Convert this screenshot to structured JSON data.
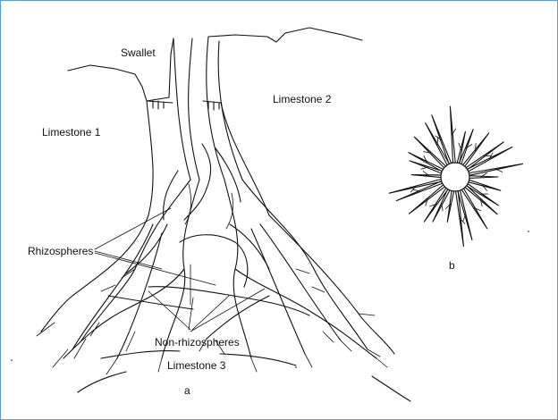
{
  "labels": {
    "swallet": "Swallet",
    "limestone1": "Limestone 1",
    "limestone2": "Limestone 2",
    "limestone3": "Limestone 3",
    "rhizospheres": "Rhizospheres",
    "non_rhizospheres": "Non-rhizospheres",
    "panel_a": "a",
    "panel_b": "b"
  },
  "colors": {
    "frame_border": "#5b9bd5",
    "line": "#111111"
  }
}
